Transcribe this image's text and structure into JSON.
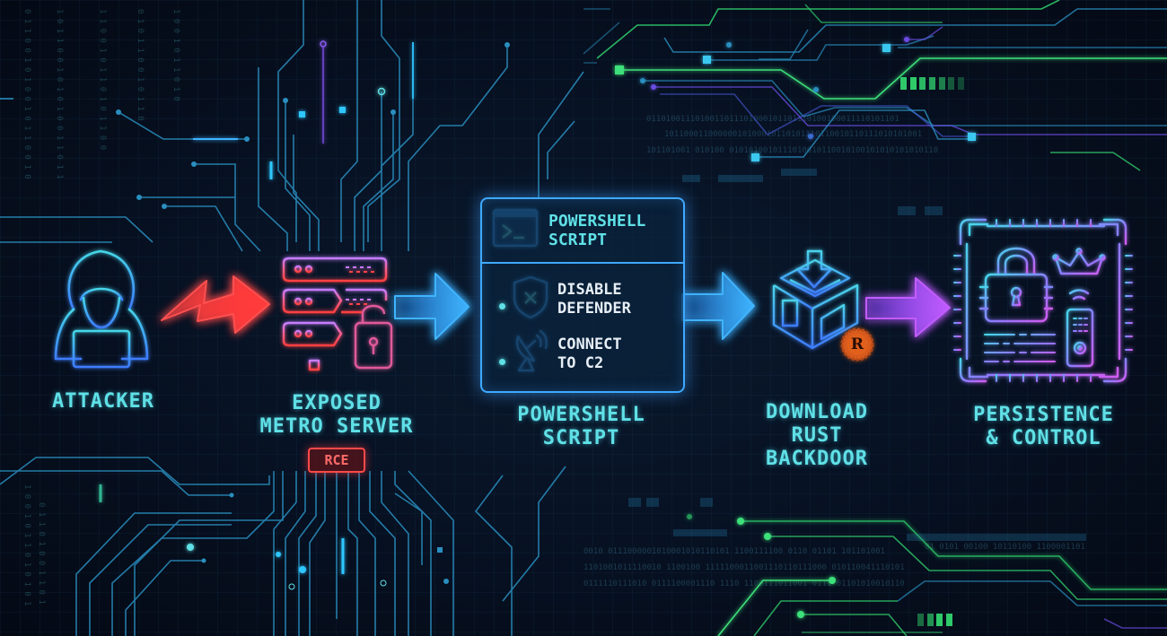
{
  "diagram": {
    "type": "attack-flow",
    "colors": {
      "background": "#050b18",
      "label": "#5fe0e6",
      "attack_arrow": "#ff3b3b",
      "flow_arrow": "#3fa9ff",
      "final_arrow": "#b05cff",
      "rce_badge": "#ff4a4a",
      "rust_logo": "#e0601c",
      "circuit_green": "#3ee07a"
    },
    "steps": [
      {
        "id": "attacker",
        "label": "ATTACKER",
        "icon": "hooded-hacker-laptop-icon"
      },
      {
        "id": "server",
        "label_line1": "EXPOSED",
        "label_line2": "METRO SERVER",
        "badge": "RCE",
        "icon": "server-rack-unlocked-icon"
      },
      {
        "id": "powershell",
        "label_line1": "POWERSHELL",
        "label_line2": "SCRIPT",
        "icon": "terminal-icon",
        "card": {
          "title_line1": "POWERSHELL",
          "title_line2": "SCRIPT",
          "items": [
            {
              "icon": "shield-x-icon",
              "line1": "DISABLE",
              "line2": "DEFENDER"
            },
            {
              "icon": "satellite-dish-icon",
              "line1": "CONNECT",
              "line2": "TO C2"
            }
          ]
        }
      },
      {
        "id": "backdoor",
        "label_line1": "DOWNLOAD",
        "label_line2": "RUST",
        "label_line3": "BACKDOOR",
        "icon": "box-download-icon",
        "badge_icon": "rust-logo-icon",
        "badge_letter": "R"
      },
      {
        "id": "persistence",
        "label_line1": "PERSISTENCE",
        "label_line2": "& CONTROL",
        "icon": "chip-lock-crown-remote-icon"
      }
    ],
    "arrows": [
      {
        "from": "attacker",
        "to": "server",
        "style": "lightning",
        "color": "#ff3b3b"
      },
      {
        "from": "server",
        "to": "powershell",
        "style": "arrow",
        "color": "#3fa9ff"
      },
      {
        "from": "powershell",
        "to": "backdoor",
        "style": "arrow",
        "color": "#3fa9ff"
      },
      {
        "from": "backdoor",
        "to": "persistence",
        "style": "arrow",
        "color": "#b05cff"
      }
    ]
  }
}
